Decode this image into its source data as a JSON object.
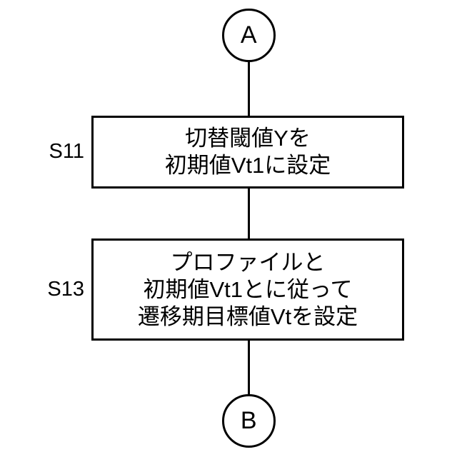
{
  "diagram": {
    "type": "flowchart",
    "orientation": "vertical",
    "colors": {
      "stroke": "#000000",
      "fill": "#ffffff",
      "text": "#000000"
    },
    "connectors": {
      "start": {
        "label": "A"
      },
      "end": {
        "label": "B"
      }
    },
    "steps": [
      {
        "id": "S11",
        "step_label": "S11",
        "lines": [
          "切替閾値Yを",
          "初期値Vt1に設定"
        ]
      },
      {
        "id": "S13",
        "step_label": "S13",
        "lines": [
          "プロファイルと",
          "初期値Vt1とに従って",
          "遷移期目標値Vtを設定"
        ]
      }
    ]
  }
}
